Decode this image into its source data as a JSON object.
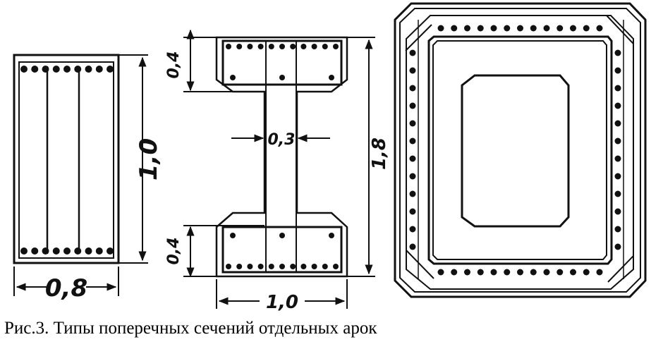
{
  "caption": "Рис.3. Типы поперечных сечений отдельных арок",
  "sections": {
    "rectangular": {
      "width_label": "0,8",
      "height_label": "1,0"
    },
    "i_beam": {
      "flange_top_label": "0,4",
      "web_label": "0,3",
      "height_label": "1,8",
      "flange_bottom_label": "0,4",
      "width_label": "1,0"
    },
    "box": {}
  },
  "colors": {
    "ink": "#111111",
    "background": "#ffffff"
  }
}
